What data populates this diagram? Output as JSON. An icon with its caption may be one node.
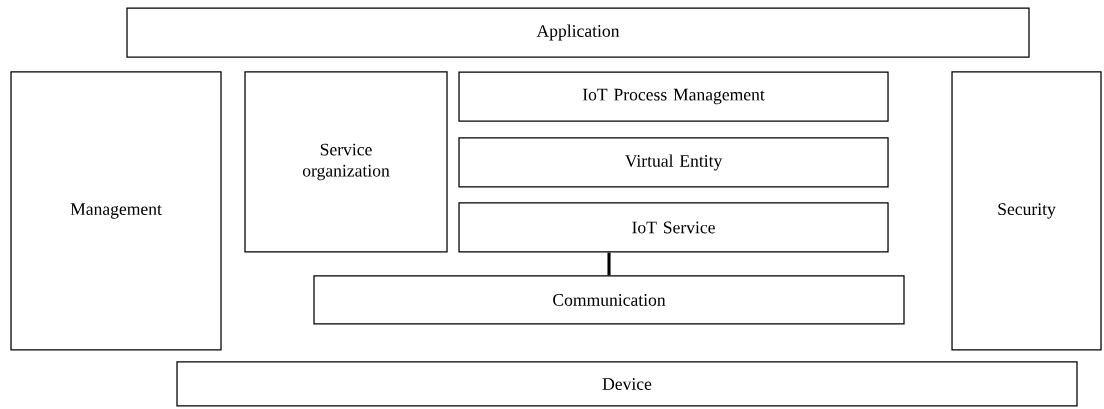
{
  "diagram": {
    "nodes": [
      {
        "text": [
          "Application"
        ]
      },
      {
        "text": [
          "Management"
        ]
      },
      {
        "text": [
          "Service organization"
        ]
      },
      {
        "text": [
          "IoT Process Management"
        ]
      },
      {
        "text": [
          "Virtual Entity"
        ]
      },
      {
        "text": [
          "IoT Service"
        ]
      },
      {
        "text": [
          "Communication"
        ]
      },
      {
        "text": [
          "Security"
        ]
      },
      {
        "text": [
          "Device"
        ]
      }
    ],
    "edges": [
      {
        "from": 5,
        "to": 6,
        "arrow": "none"
      }
    ]
  }
}
